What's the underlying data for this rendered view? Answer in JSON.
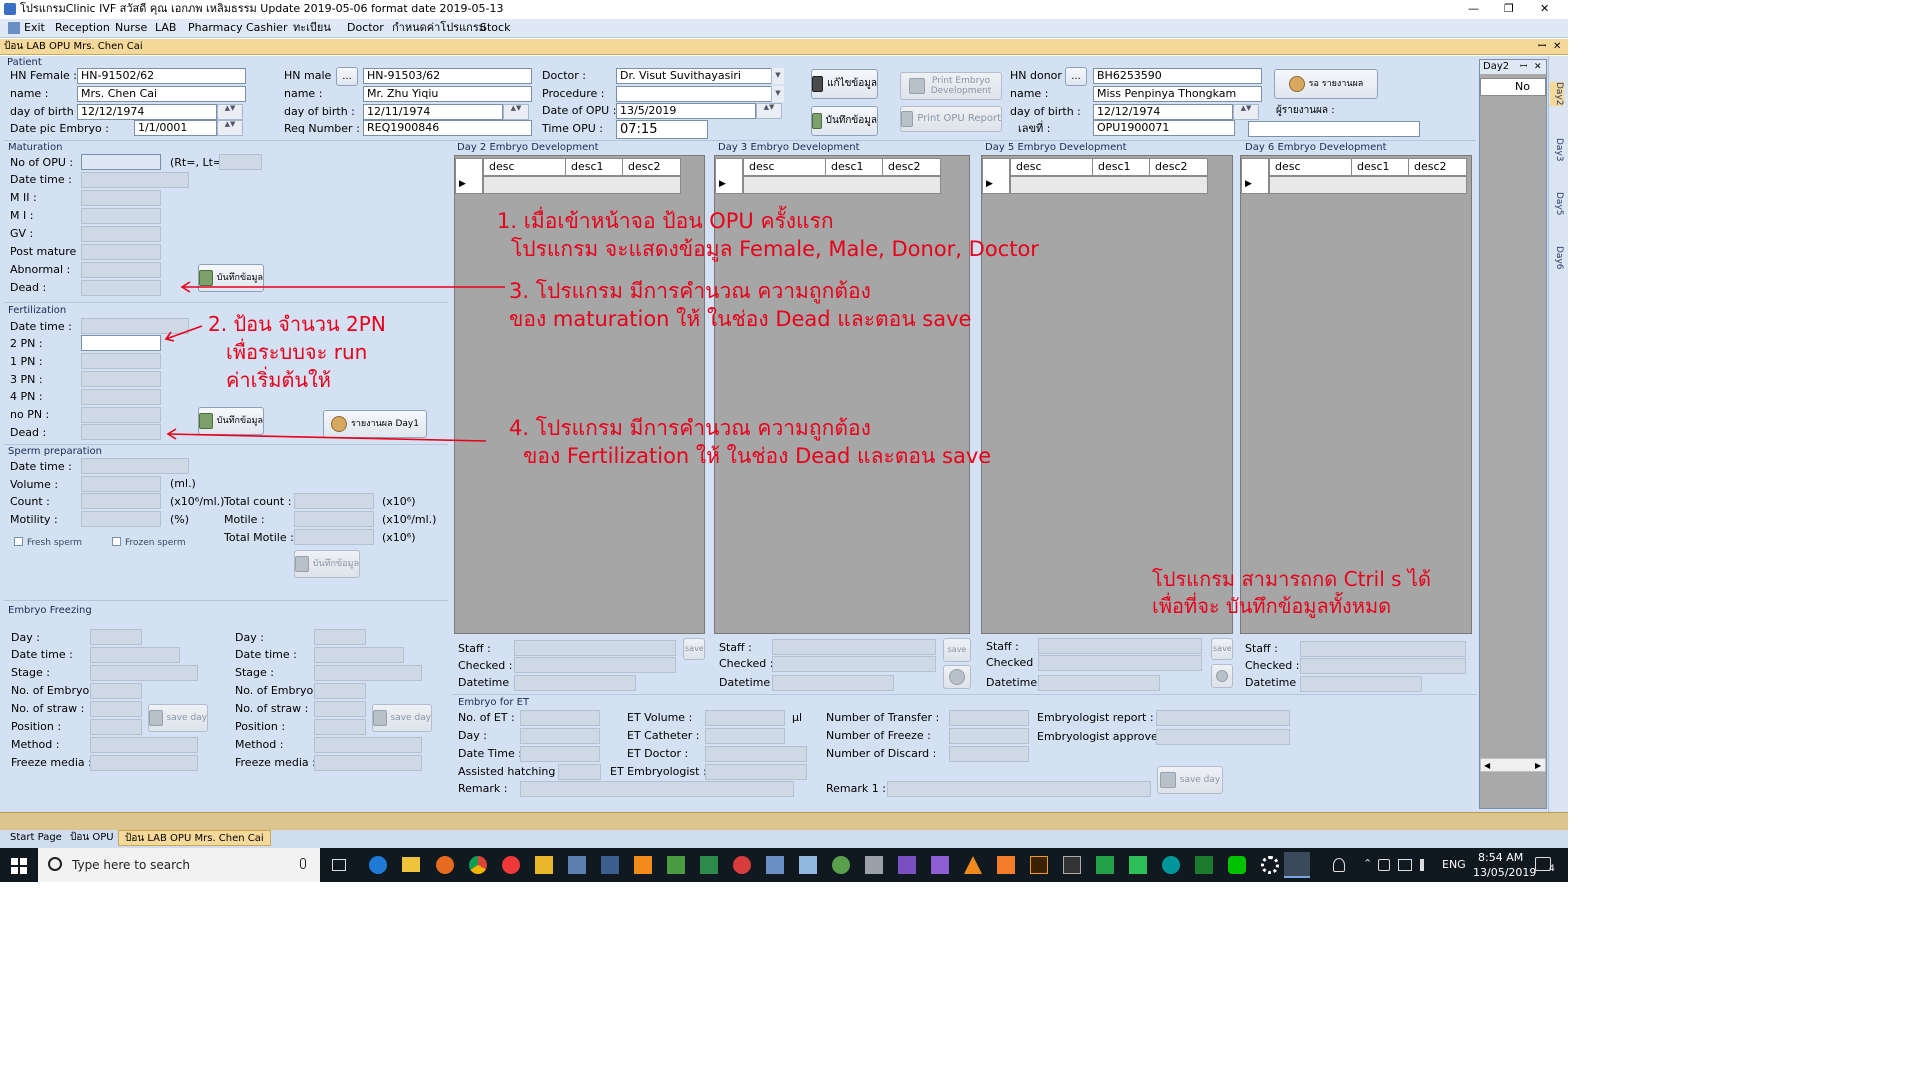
{
  "window": {
    "title": "โปรแกรมClinic IVF สวัสดี คุณ เอกภพ เหลิมธรรม Update 2019-05-06 format date 2019-05-13",
    "controls": [
      "—",
      "❐",
      "✕"
    ]
  },
  "menu": [
    "Exit",
    "Reception",
    "Nurse",
    "LAB",
    "Pharmacy",
    "Cashier",
    "ทะเบียน",
    "Doctor",
    "กำหนดค่าโปรแกรม",
    "Stock"
  ],
  "doc_header": {
    "title": "ป้อน LAB OPU Mrs. Chen Cai",
    "pin": "ꟷ",
    "close": "✕"
  },
  "patient": {
    "section": "Patient",
    "hn_female_label": "HN Female :",
    "hn_female": "HN-91502/62",
    "name_label": "name :",
    "name": "Mrs. Chen Cai",
    "dob_label": "day of birth :",
    "dob": "12/12/1974",
    "date_pic_label": "Date pic Embryo :",
    "date_pic": "1/1/0001",
    "hn_male_label": "HN male :",
    "hn_male_btn": "...",
    "hn_male": "HN-91503/62",
    "male_name_label": "name :",
    "male_name": "Mr. Zhu Yiqiu",
    "male_dob_label": "day of birth :",
    "male_dob": "12/11/1974",
    "req_label": "Req Number :",
    "req": "REQ1900846",
    "doctor_label": "Doctor :",
    "doctor": "Dr. Visut Suvithayasiri",
    "procedure_label": "Procedure :",
    "procedure": "",
    "date_opu_label": "Date of OPU :",
    "date_opu": "13/5/2019",
    "time_opu_label": "Time OPU :",
    "time_opu": "07:15",
    "edit_btn": "แก้ไขข้อมูล",
    "save_btn": "บันทึกข้อมูล",
    "print_embryo_btn": "Print Embryo Development",
    "print_opu_btn": "Print OPU Report",
    "hn_donor_label": "HN donor :",
    "hn_donor_btn": "...",
    "hn_donor": "BH6253590",
    "donor_name_label": "name :",
    "donor_name": "Miss Penpinya Thongkam",
    "donor_dob_label": "day of birth :",
    "donor_dob": "12/12/1974",
    "number_label": "เลขที่ :",
    "number": "OPU1900071",
    "report_btn": "รอ รายงานผล",
    "reporter_label": "ผู้รายงานผล :",
    "reporter": ""
  },
  "maturation": {
    "section": "Maturation",
    "labels": [
      "No of OPU :",
      "Date time :",
      "M II :",
      "M I :",
      "GV :",
      "Post mature :",
      "Abnormal :",
      "Dead :"
    ],
    "rt_lt": "(Rt=, Lt=)",
    "save_btn": "บันทึกข้อมูล"
  },
  "fertilization": {
    "section": "Fertilization",
    "labels": [
      "Date time :",
      "2 PN :",
      "1 PN :",
      "3 PN :",
      "4 PN :",
      "no PN :",
      "Dead :"
    ],
    "save_btn": "บันทึกข้อมูล",
    "report_day1_btn": "รายงานผล Day1"
  },
  "sperm": {
    "section": "Sperm preparation",
    "date_label": "Date time :",
    "volume_label": "Volume :",
    "volume_unit": "(ml.)",
    "count_label": "Count :",
    "count_unit": "(x10⁶/ml.)",
    "motility_label": "Motility :",
    "motility_unit": "(%)",
    "total_count_label": "Total count :",
    "total_count_unit": "(x10⁶)",
    "motile_label": "Motile :",
    "motile_unit": "(x10⁶/ml.)",
    "total_motile_label": "Total Motile :",
    "total_motile_unit": "(x10⁶)",
    "fresh": "Fresh sperm",
    "frozen": "Frozen sperm",
    "save_btn": "บันทึกข้อมูล"
  },
  "freezing": {
    "section": "Embryo Freezing",
    "labels": [
      "Day :",
      "Date time :",
      "Stage :",
      "No. of Embryo :",
      "No. of straw :",
      "Position :",
      "Method :",
      "Freeze media :"
    ],
    "save_btn": "save day"
  },
  "day_panels": [
    {
      "title": "Day 2 Embryo Development",
      "cols": [
        "desc",
        "desc1",
        "desc2"
      ]
    },
    {
      "title": "Day 3 Embryo Development",
      "cols": [
        "desc",
        "desc1",
        "desc2"
      ]
    },
    {
      "title": "Day 5 Embryo Development",
      "cols": [
        "desc",
        "desc1",
        "desc2"
      ]
    },
    {
      "title": "Day 6 Embryo Development",
      "cols": [
        "desc",
        "desc1",
        "desc2"
      ]
    }
  ],
  "day_footer": {
    "staff": "Staff :",
    "checked": "Checked :",
    "datetime": "Datetime :",
    "save": "save"
  },
  "et": {
    "section": "Embryo for ET",
    "no_et": "No. of ET :",
    "day": "Day :",
    "date_time": "Date Time :",
    "assisted": "Assisted hatching :",
    "remark": "Remark :",
    "et_volume": "ET Volume :",
    "et_volume_unit": "µl",
    "et_catheter": "ET Catheter :",
    "et_doctor": "ET Doctor :",
    "et_embryologist": "ET Embryologist :",
    "num_transfer": "Number of Transfer :",
    "num_freeze": "Number of Freeze :",
    "num_discard": "Number of Discard :",
    "remark1": "Remark 1 :",
    "emb_report": "Embryologist report :",
    "emb_approve": "Embryologist approve :",
    "save_btn": "save day"
  },
  "right_panel": {
    "title": "Day2",
    "pin": "ꟷ",
    "close": "✕",
    "col": "No",
    "vtabs": [
      "Day2",
      "Day3",
      "Day5",
      "Day6"
    ]
  },
  "annotations": [
    {
      "line1": "1. เมื่อเข้าหน้าจอ ป้อน OPU ครั้งแรก",
      "line2": "โปรแกรม จะแสดงข้อมูล Female, Male, Donor, Doctor"
    },
    {
      "line1": "2. ป้อน จำนวน 2PN",
      "line2": "เพื่อระบบจะ run",
      "line3": "ค่าเริ่มต้นให้"
    },
    {
      "line1": "3. โปรแกรม มีการคำนวณ ความถูกต้อง",
      "line2": "ของ maturation ให้ ในช่อง Dead และตอน save"
    },
    {
      "line1": "4.  โปรแกรม มีการคำนวณ ความถูกต้อง",
      "line2": "ของ Fertilization ให้ ในช่อง Dead และตอน save"
    },
    {
      "line1": "โปรแกรม สามารถกด Ctril s ได้",
      "line2": "เพื่อที่จะ บันทึกข้อมูลทั้งหมด"
    }
  ],
  "bottom_tabs": [
    "Start Page",
    "ป้อน OPU",
    "ป้อน LAB OPU Mrs. Chen Cai"
  ],
  "taskbar": {
    "search": "Type here to search",
    "lang": "ENG",
    "time": "8:54 AM",
    "date": "13/05/2019",
    "notif": "4"
  },
  "colors": {
    "form_bg": "#d4e1f2",
    "accent_red": "#e8001a",
    "doc_header": "#f5d99a",
    "grid_bg": "#a6a6a6",
    "taskbar": "#101820"
  }
}
